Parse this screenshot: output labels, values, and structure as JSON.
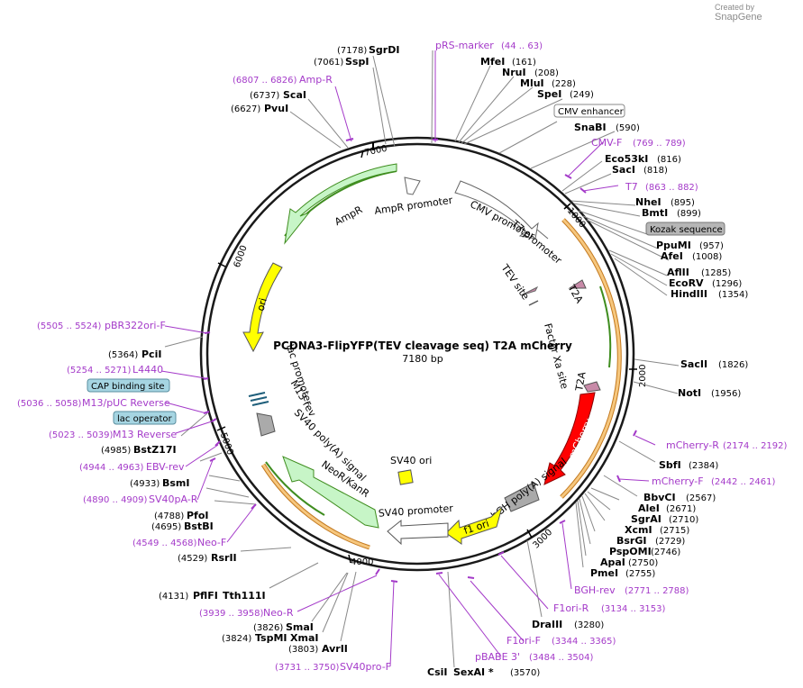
{
  "branding": {
    "created_by": "Created by",
    "app": "SnapGene"
  },
  "plasmid": {
    "name": "PCDNA3-FlipYFP(TEV cleavage seq) T2A mCherry",
    "length": "7180 bp"
  },
  "ticks": [
    "1000",
    "2000",
    "3000",
    "4000",
    "5000",
    "6000",
    "7000"
  ],
  "features": {
    "ampr_promoter": "AmpR promoter",
    "ampr": "AmpR",
    "cmv_promoter": "CMV promoter",
    "t7_promoter": "T7 promoter",
    "tev_site": "TEV site",
    "t2a_1": "T2A",
    "factor_xa": "Factor Xa site",
    "t2a_2": "T2A",
    "mcherry": "mCherry",
    "bgh": "bGH poly(A) signal",
    "f1_ori": "f1 ori",
    "sv40_promoter": "SV40 promoter",
    "sv40_ori": "SV40 ori",
    "neor": "NeoR/KanR",
    "sv40_polya": "SV40 poly(A) signal",
    "m13_rev": "M13 rev",
    "lac_promoter": "lac promoter",
    "ori": "ori"
  },
  "boxed_labels": {
    "cmv_enhancer": "CMV enhancer",
    "kozak": "Kozak sequence",
    "cap": "CAP binding site",
    "lac_operator": "lac operator"
  },
  "sites": [
    {
      "pos": "(7178)",
      "name": "SgrDI"
    },
    {
      "pos": "(7061)",
      "name": "SspI"
    },
    {
      "pos": "(6737)",
      "name": "ScaI"
    },
    {
      "pos": "(6627)",
      "name": "PvuI"
    },
    {
      "name": "MfeI",
      "pos": "(161)"
    },
    {
      "name": "NruI",
      "pos": "(208)"
    },
    {
      "name": "MluI",
      "pos": "(228)"
    },
    {
      "name": "SpeI",
      "pos": "(249)"
    },
    {
      "name": "SnaBI",
      "pos": "(590)"
    },
    {
      "name": "Eco53kI",
      "pos": "(816)"
    },
    {
      "name": "SacI",
      "pos": "(818)"
    },
    {
      "name": "NheI",
      "pos": "(895)"
    },
    {
      "name": "BmtI",
      "pos": "(899)"
    },
    {
      "name": "PpuMI",
      "pos": "(957)"
    },
    {
      "name": "AfeI",
      "pos": "(1008)"
    },
    {
      "name": "AflII",
      "pos": "(1285)"
    },
    {
      "name": "EcoRV",
      "pos": "(1296)"
    },
    {
      "name": "HindIII",
      "pos": "(1354)"
    },
    {
      "name": "SacII",
      "pos": "(1826)"
    },
    {
      "name": "NotI",
      "pos": "(1956)"
    },
    {
      "name": "SbfI",
      "pos": "(2384)"
    },
    {
      "name": "BbvCI",
      "pos": "(2567)"
    },
    {
      "name": "AleI",
      "pos": "(2671)"
    },
    {
      "name": "SgrAI",
      "pos": "(2710)"
    },
    {
      "name": "XcmI",
      "pos": "(2715)"
    },
    {
      "name": "BsrGI",
      "pos": "(2729)"
    },
    {
      "name": "PspOMI",
      "pos": "(2746)"
    },
    {
      "name": "ApaI",
      "pos": "(2750)"
    },
    {
      "name": "PmeI",
      "pos": "(2755)"
    },
    {
      "name": "DraIII",
      "pos": "(3280)"
    },
    {
      "name": "CsiI",
      "name2": "SexAI *",
      "pos": "(3570)"
    },
    {
      "pos": "(3803)",
      "name": "AvrII"
    },
    {
      "pos": "(3824)",
      "name": "TspMI",
      "name2": "XmaI"
    },
    {
      "pos": "(3826)",
      "name": "SmaI"
    },
    {
      "pos": "(4131)",
      "name": "PflFI",
      "name2": "Tth111I"
    },
    {
      "pos": "(4529)",
      "name": "RsrII"
    },
    {
      "pos": "(4695)",
      "name": "BstBI"
    },
    {
      "pos": "(4788)",
      "name": "PfoI"
    },
    {
      "pos": "(4933)",
      "name": "BsmI"
    },
    {
      "pos": "(4985)",
      "name": "BstZ17I"
    },
    {
      "pos": "(5364)",
      "name": "PciI"
    }
  ],
  "primers": [
    {
      "name": "pRS-marker",
      "pos": "(44 .. 63)"
    },
    {
      "name": "Amp-R",
      "pos": "(6807 .. 6826)"
    },
    {
      "name": "CMV-F",
      "pos": "(769 .. 789)"
    },
    {
      "name": "T7",
      "pos": "(863 .. 882)"
    },
    {
      "name": "mCherry-R",
      "pos": "(2174 .. 2192)"
    },
    {
      "name": "mCherry-F",
      "pos": "(2442 .. 2461)"
    },
    {
      "name": "BGH-rev",
      "pos": "(2771 .. 2788)"
    },
    {
      "name": "F1ori-R",
      "pos": "(3134 .. 3153)"
    },
    {
      "name": "F1ori-F",
      "pos": "(3344 .. 3365)"
    },
    {
      "name": "pBABE 3'",
      "pos": "(3484 .. 3504)"
    },
    {
      "name": "SV40pro-F",
      "pos": "(3731 .. 3750)"
    },
    {
      "name": "Neo-R",
      "pos": "(3939 .. 3958)"
    },
    {
      "name": "Neo-F",
      "pos": "(4549 .. 4568)"
    },
    {
      "name": "SV40pA-R",
      "pos": "(4890 .. 4909)"
    },
    {
      "name": "EBV-rev",
      "pos": "(4944 .. 4963)"
    },
    {
      "name": "M13 Reverse",
      "pos": "(5023 .. 5039)"
    },
    {
      "name": "M13/pUC Reverse",
      "pos": "(5036 .. 5058)"
    },
    {
      "name": "L4440",
      "pos": "(5254 .. 5271)"
    },
    {
      "name": "pBR322ori-F",
      "pos": "(5505 .. 5524)"
    }
  ],
  "colors": {
    "backbone": "#1a1a1a",
    "primer": "#a43ac9",
    "green_feature": "#c7f5c7",
    "green_outline": "#3f8d1f",
    "yellow": "#ffff00",
    "mcherry": "#ff0000",
    "tag": "#c88aa8",
    "orange_rail": "#f6c77e",
    "grey_box": "#b6b6b6",
    "blue_box": "#a6d5e2"
  }
}
